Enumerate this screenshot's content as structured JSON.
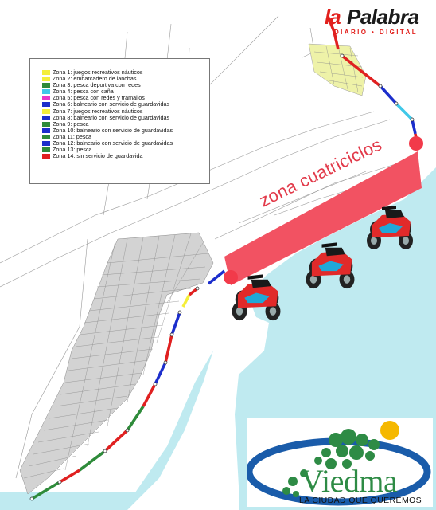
{
  "brand": {
    "name_prefix": "la",
    "name_main": "Palabra",
    "tagline": "DIARIO • DIGITAL"
  },
  "legend": {
    "items": [
      {
        "label": "Zona 1: juegos recreativos náuticos",
        "color": "#f4ee3a"
      },
      {
        "label": "Zona 2: embarcadero de lanchas",
        "color": "#f4ee3a"
      },
      {
        "label": "Zona 3: pesca deportiva con redes",
        "color": "#2e8b3a"
      },
      {
        "label": "Zona 4: pesca con caña",
        "color": "#40c8e8"
      },
      {
        "label": "Zona 5: pesca con redes y tramallos",
        "color": "#e838c8"
      },
      {
        "label": "Zona 6: balneario con servicio de guardavidas",
        "color": "#1c2ecc"
      },
      {
        "label": "Zona 7: juegos recreativos náuticos",
        "color": "#f4ee3a"
      },
      {
        "label": "Zona 8: balneario con servicio de guardavidas",
        "color": "#1c2ecc"
      },
      {
        "label": "Zona 9: pesca",
        "color": "#2e8b3a"
      },
      {
        "label": "Zona 10: balneario con servicio de guardavidas",
        "color": "#1c2ecc"
      },
      {
        "label": "Zona 11: pesca",
        "color": "#2e8b3a"
      },
      {
        "label": "Zona 12: balneario con servicio de guardavidas",
        "color": "#1c2ecc"
      },
      {
        "label": "Zona 13: pesca",
        "color": "#2e8b3a"
      },
      {
        "label": "Zona 14: sin servicio de guardavida",
        "color": "#e02020"
      }
    ]
  },
  "map": {
    "zone_label": "zona cuatriciclos",
    "water_color": "#bfeaf0",
    "highlight_color": "#f25262",
    "vehicle_body_color": "#e12a2a",
    "vehicle_accent_color": "#20a8d8",
    "vehicle_seat_color": "#1a1a1a"
  },
  "logo": {
    "word": "Viedma",
    "slogan": "LA CIUDAD QUE QUEREMOS"
  }
}
